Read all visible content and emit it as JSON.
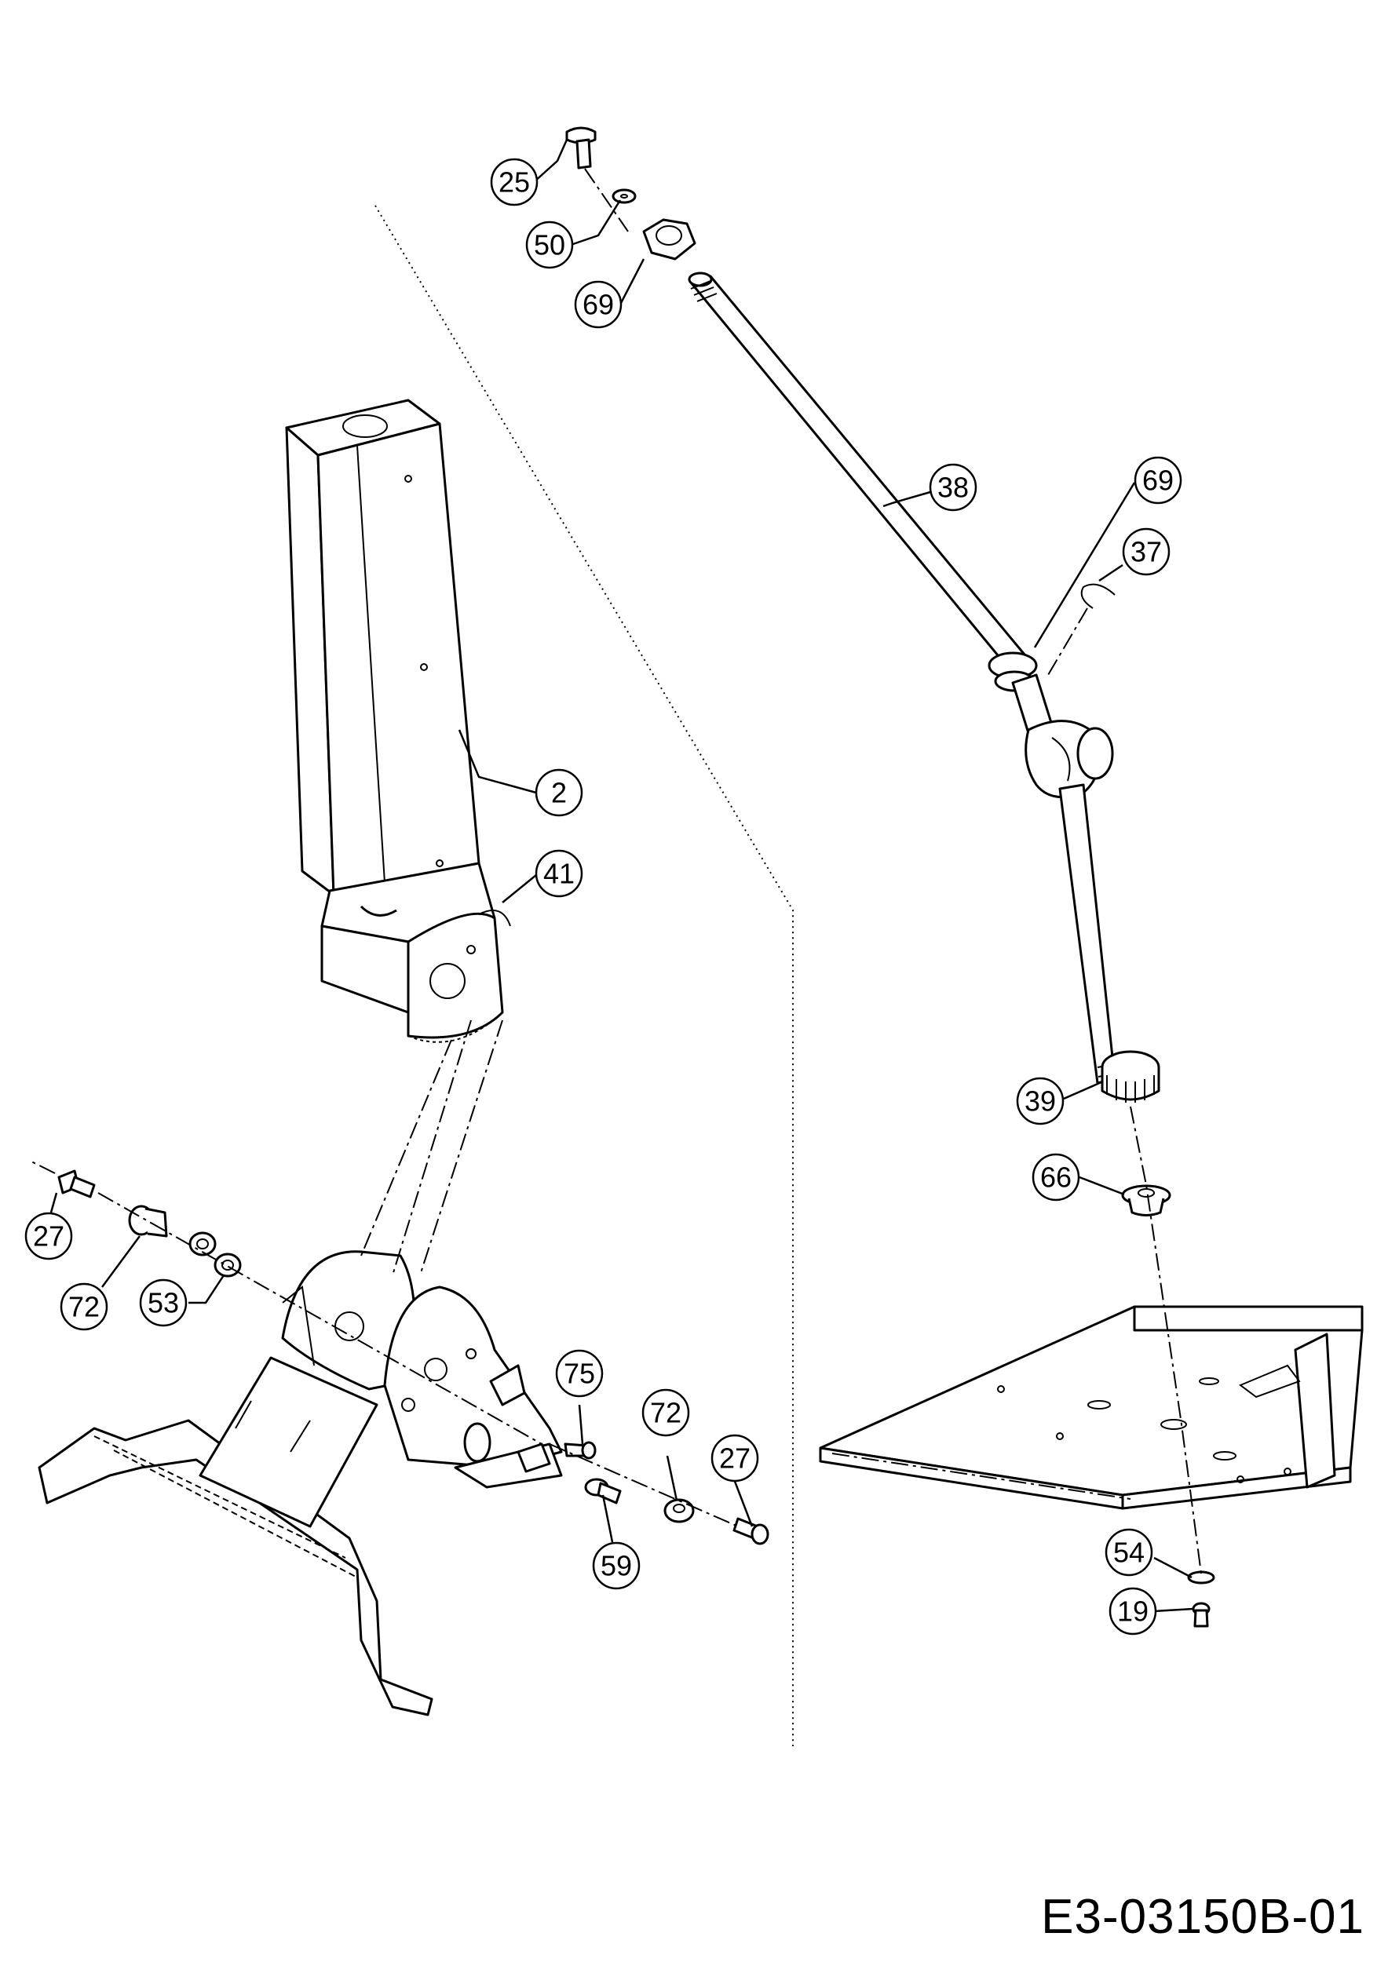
{
  "drawing_code": "E3-03150B-01",
  "callouts": [
    {
      "label": "25"
    },
    {
      "label": "50"
    },
    {
      "label": "69"
    },
    {
      "label": "38"
    },
    {
      "label": "69"
    },
    {
      "label": "37"
    },
    {
      "label": "2"
    },
    {
      "label": "41"
    },
    {
      "label": "39"
    },
    {
      "label": "66"
    },
    {
      "label": "27"
    },
    {
      "label": "72"
    },
    {
      "label": "53"
    },
    {
      "label": "75"
    },
    {
      "label": "72"
    },
    {
      "label": "27"
    },
    {
      "label": "59"
    },
    {
      "label": "54"
    },
    {
      "label": "19"
    }
  ]
}
